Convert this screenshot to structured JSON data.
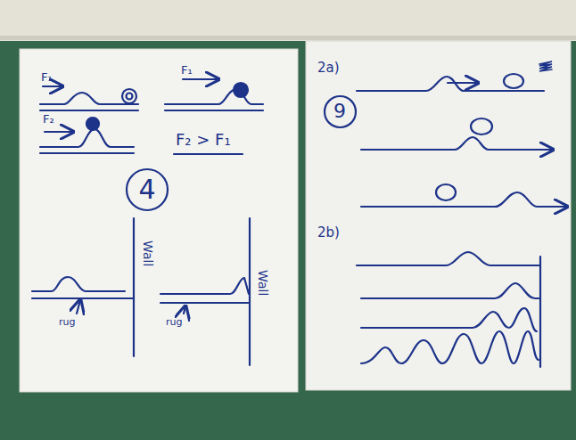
{
  "diagram": {
    "nodes": [
      {
        "text": [
          "4"
        ]
      },
      {
        "text": [
          "9"
        ]
      }
    ],
    "labels": [
      "F₁",
      "F₁",
      "F₂",
      "F₂ > F₁",
      "Wall",
      "rug",
      "Wall",
      "rug",
      "2a)",
      "2b)"
    ]
  }
}
